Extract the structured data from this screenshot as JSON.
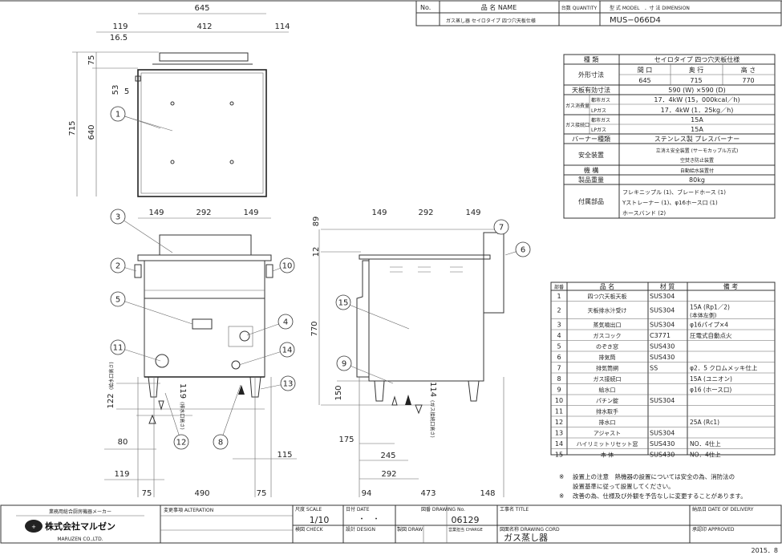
{
  "header": {
    "no_label": "No.",
    "name_label": "品 名 NAME",
    "quantity_label": "台数 QUANTITY",
    "model_label": "型 式 MODEL　．寸 法 DIMENSION",
    "name_value": "ガス蒸し器 セイロタイプ 四つ穴天板仕様",
    "model_value": "MUS−066D4"
  },
  "spec": {
    "type_label": "種 類",
    "type_value": "セイロタイプ 四つ穴天板仕様",
    "size_label": "外形寸法",
    "width_label": "間 口",
    "depth_label": "奥 行",
    "height_label": "高 さ",
    "width": "645",
    "depth": "715",
    "height": "770",
    "top_label": "天板有効寸法",
    "top_value": "590 (W) ×590 (D)",
    "gas_consumption_label": "ガス消費量",
    "city_gas": "都市ガス",
    "lp_gas": "LPガス",
    "city_consumption": "17．4kW (15，000kcal／h)",
    "lp_consumption": "17．4kW (1．25kg／h)",
    "gas_connection_label": "ガス接続口",
    "city_connection": "15A",
    "lp_connection": "15A",
    "burner_label": "バーナー種類",
    "burner_value": "ステンレス製 プレスバーナー",
    "safety_label": "安全装置",
    "safety_value_1": "立消え安全装置 (サーモカップル方式)",
    "safety_value_2": "空焚き防止装置",
    "mechanism_label": "機 構",
    "mechanism_value": "自動給水装置付",
    "weight_label": "製品重量",
    "weight_value": "80kg",
    "accessories_label": "付属部品",
    "accessories_1": "フレキニップル (1)、ブレードホース (1)",
    "accessories_2": "Yストレーナー (1)、φ16ホース口 (1)",
    "accessories_3": "ホースバンド (2)"
  },
  "parts": {
    "headers": [
      "部番",
      "品 名",
      "材 質",
      "備 考"
    ],
    "rows": [
      {
        "no": "1",
        "name": "四つ穴天板天板",
        "material": "SUS304",
        "note": ""
      },
      {
        "no": "2",
        "name": "天板排水汁受け",
        "material": "SUS304",
        "note": "15A (Rp1／2)",
        "note2": "(本体左側)"
      },
      {
        "no": "3",
        "name": "蒸気噴出口",
        "material": "SUS304",
        "note": "φ16パイプ×4"
      },
      {
        "no": "4",
        "name": "ガスコック",
        "material": "C3771",
        "note": "圧電式自動点火"
      },
      {
        "no": "5",
        "name": "のぞき窓",
        "material": "SUS430",
        "note": ""
      },
      {
        "no": "6",
        "name": "排気筒",
        "material": "SUS430",
        "note": ""
      },
      {
        "no": "7",
        "name": "排気筒網",
        "material": "SS",
        "note": "φ2．5 クロムメッキ仕上"
      },
      {
        "no": "8",
        "name": "ガス接続口",
        "material": "",
        "note": "15A (ユニオン)"
      },
      {
        "no": "9",
        "name": "給水口",
        "material": "",
        "note": "φ16 (ホース口)"
      },
      {
        "no": "10",
        "name": "パチン錠",
        "material": "SUS304",
        "note": ""
      },
      {
        "no": "11",
        "name": "排水取手",
        "material": "",
        "note": ""
      },
      {
        "no": "12",
        "name": "排水口",
        "material": "",
        "note": "25A (Rc1)"
      },
      {
        "no": "13",
        "name": "アジャスト",
        "material": "SUS304",
        "note": ""
      },
      {
        "no": "14",
        "name": "ハイリミットリセット窓",
        "material": "SUS430",
        "note": "NO．4仕上"
      },
      {
        "no": "15",
        "name": "本 体",
        "material": "SUS430",
        "note": "NO．4仕上"
      }
    ]
  },
  "notes": {
    "mark": "※",
    "note1_line1": "設置上の注意　熱機器の設置については安全の為、消防法の",
    "note1_line2": "設置基準に従って設置してください。",
    "note2": "改善の為、仕様及び外観を予告なしに変更することがあります。"
  },
  "title_block": {
    "maker_tagline": "業務用総合厨房機器メーカー",
    "company_jp": "株式会社マルゼン",
    "company_en": "MARUZEN CO.,LTD.",
    "alteration_label": "変更事項 ALTERATION",
    "scale_label": "尺度 SCALE",
    "scale_value": "1/10",
    "date_label": "日付 DATE",
    "date_value": "・　・",
    "drawing_no_label": "図番 DRAWING No.",
    "drawing_no_value": "06129",
    "title_label": "工事名 TITLE",
    "delivery_label": "納品日 DATE OF DELIVERY",
    "check_label": "検図 CHECK",
    "design_label": "設計 DESIGN",
    "draw_label": "製図 DRAW",
    "charge_label": "営業担当 CHARGE",
    "drawing_cord_label": "図面名称 DRAWING CORD",
    "drawing_cord_value": "ガス蒸し器",
    "approved_label": "承認印 APPROVED",
    "revision_date": "2015．8"
  },
  "dims": {
    "top_overall": "645",
    "top_left": "119",
    "top_rack": "412",
    "top_right": "114",
    "top_offset": "16.5",
    "top_depth": "715",
    "top_plate_depth": "640",
    "top_rack_depth": "75",
    "top_53": "53",
    "top_5": "5",
    "front_149a": "149",
    "front_292": "292",
    "front_149b": "149",
    "front_122": "122",
    "front_122_note": "(給水口高さ)",
    "front_119v": "119",
    "front_119v_note": "(排水口高さ)",
    "front_80": "80",
    "front_119": "119",
    "front_75a": "75",
    "front_490": "490",
    "front_75b": "75",
    "front_115": "115",
    "side_149a": "149",
    "side_292": "292",
    "side_149b": "149",
    "side_89": "89",
    "side_12": "12",
    "side_770": "770",
    "side_150": "150",
    "side_114": "114",
    "side_114_note": "(ガス接続口高さ)",
    "side_175": "175",
    "side_245": "245",
    "side_292b": "292",
    "side_94": "94",
    "side_473": "473",
    "side_148": "148"
  },
  "balloons": {
    "b1": "1",
    "b2": "2",
    "b3": "3",
    "b4": "4",
    "b5": "5",
    "b6": "6",
    "b7": "7",
    "b8": "8",
    "b9": "9",
    "b10": "10",
    "b11": "11",
    "b12": "12",
    "b13": "13",
    "b14": "14",
    "b15": "15"
  }
}
